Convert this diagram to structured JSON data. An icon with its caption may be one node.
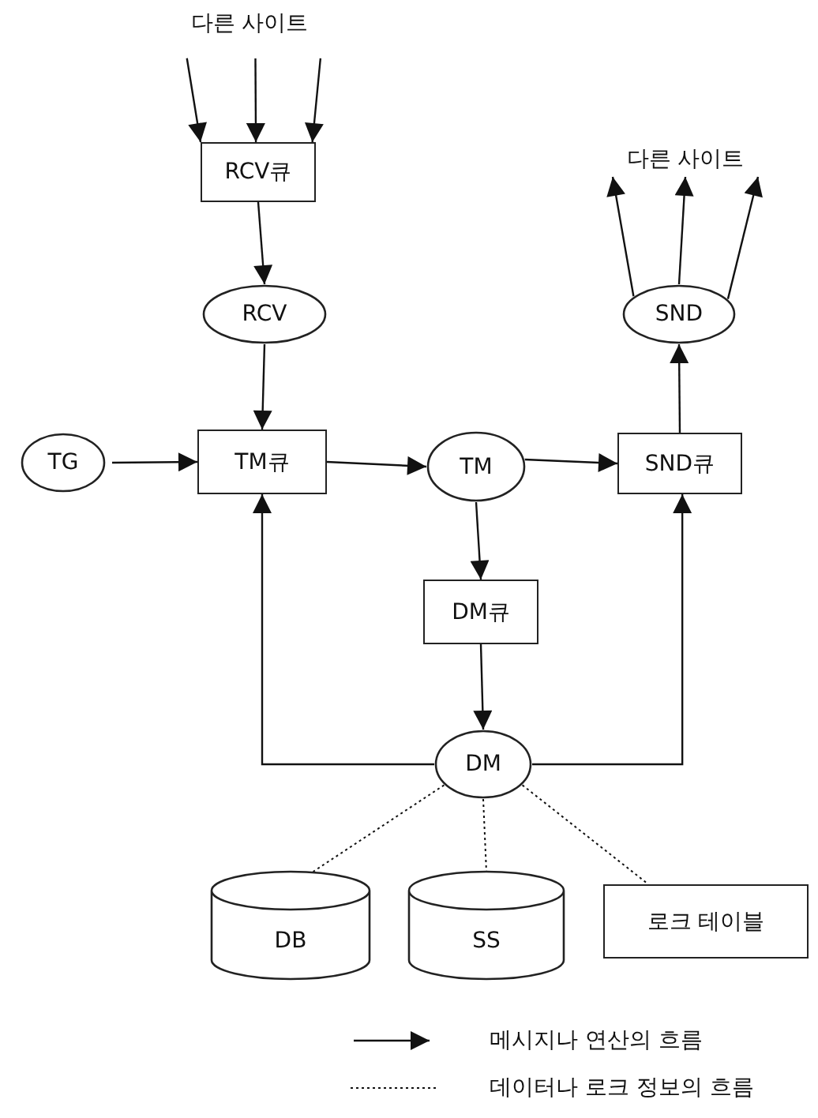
{
  "diagram": {
    "nodes": [
      {
        "text": [
          "다른 사이트"
        ]
      },
      {
        "text": [
          "RCV큐"
        ]
      },
      {
        "text": [
          "RCV"
        ]
      },
      {
        "text": [
          "TG"
        ]
      },
      {
        "text": [
          "TM큐"
        ]
      },
      {
        "text": [
          "TM"
        ]
      },
      {
        "text": [
          "SND큐"
        ]
      },
      {
        "text": [
          "SND"
        ]
      },
      {
        "text": [
          "다른 사이트"
        ]
      },
      {
        "text": [
          "DM큐"
        ]
      },
      {
        "text": [
          "DM"
        ]
      },
      {
        "text": [
          "DB"
        ]
      },
      {
        "text": [
          "SS"
        ]
      },
      {
        "text": [
          "로크 테이블"
        ]
      }
    ],
    "edges": [
      {
        "from": 0,
        "to": 1,
        "arrow": "to"
      },
      {
        "from": 0,
        "to": 1,
        "arrow": "to"
      },
      {
        "from": 0,
        "to": 1,
        "arrow": "to"
      },
      {
        "from": 1,
        "to": 2,
        "arrow": "to"
      },
      {
        "from": 2,
        "to": 4,
        "arrow": "to"
      },
      {
        "from": 3,
        "to": 4,
        "arrow": "to"
      },
      {
        "from": 4,
        "to": 5,
        "arrow": "to"
      },
      {
        "from": 5,
        "to": 6,
        "arrow": "to"
      },
      {
        "from": 6,
        "to": 7,
        "arrow": "to"
      },
      {
        "from": 7,
        "to": 8,
        "arrow": "to"
      },
      {
        "from": 7,
        "to": 8,
        "arrow": "to"
      },
      {
        "from": 7,
        "to": 8,
        "arrow": "to"
      },
      {
        "from": 5,
        "to": 9,
        "arrow": "to"
      },
      {
        "from": 9,
        "to": 10,
        "arrow": "to"
      },
      {
        "from": 10,
        "to": 4,
        "arrow": "to"
      },
      {
        "from": 10,
        "to": 6,
        "arrow": "to"
      },
      {
        "from": 10,
        "to": 11,
        "arrow": "none",
        "style": "dashed"
      },
      {
        "from": 10,
        "to": 12,
        "arrow": "none",
        "style": "dashed"
      },
      {
        "from": 10,
        "to": 13,
        "arrow": "none",
        "style": "dashed"
      }
    ],
    "legend": [
      {
        "text": "메시지나 연산의 흐름"
      },
      {
        "text": "데이터나 로크 정보의 흐름"
      }
    ]
  }
}
